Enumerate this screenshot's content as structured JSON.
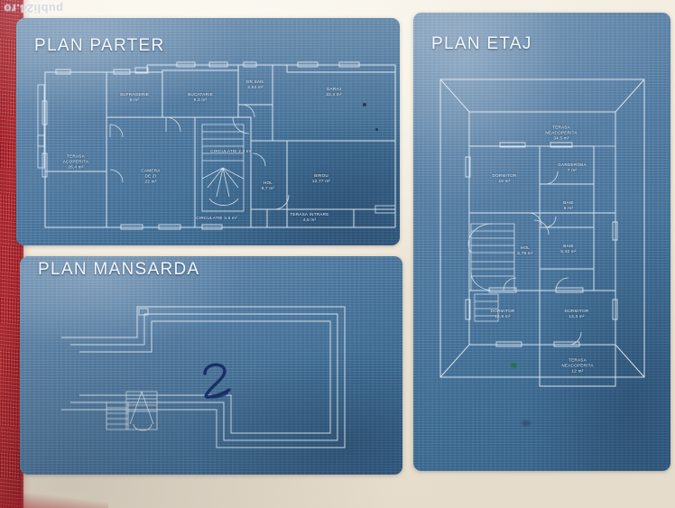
{
  "photo": {
    "watermark": "publi24.ro",
    "paper_color": "#f1eade",
    "blueprint_color": "#4a78a2",
    "ink_color": "#e9f0f7",
    "carpet_color": "#a8222c",
    "handwritten_mark": "2"
  },
  "plans": [
    {
      "id": "parter",
      "title": "PLAN PARTER",
      "rooms": [
        {
          "name": "TERASA ACOPERITA",
          "area": "26,4 m²"
        },
        {
          "name": "SUFRAGERIE",
          "area": "8 m²"
        },
        {
          "name": "BUCATARIE",
          "area": "9,3 m²"
        },
        {
          "name": "GR.SAN.",
          "area": "2,63 m²"
        },
        {
          "name": "GARAJ",
          "area": "22,4 m²"
        },
        {
          "name": "CAMERA DE ZI",
          "area": "22 m²"
        },
        {
          "name": "CIRCULATIE",
          "area": "2,3 m²"
        },
        {
          "name": "BIROU",
          "area": "12,77 m²"
        },
        {
          "name": "HOL",
          "area": "9,7 m²"
        },
        {
          "name": "CIRCULATIE",
          "area": "3,5 m²"
        },
        {
          "name": "TERASA INTRARE",
          "area": "4,5 m²"
        }
      ]
    },
    {
      "id": "mansarda",
      "title": "PLAN MANSARDA",
      "rooms": []
    },
    {
      "id": "etaj",
      "title": "PLAN ETAJ",
      "rooms": [
        {
          "name": "TERASA NEACOPERITA",
          "area": "34,5 m²"
        },
        {
          "name": "DORMITOR",
          "area": "16 m²"
        },
        {
          "name": "GARDEROBA",
          "area": "7 m²"
        },
        {
          "name": "BAIE",
          "area": "6 m²"
        },
        {
          "name": "BAIE",
          "area": "5,42 m²"
        },
        {
          "name": "HOL",
          "area": "6,78 m²"
        },
        {
          "name": "DORMITOR",
          "area": "14,9 m²"
        },
        {
          "name": "DORMITOR",
          "area": "13,3 m²"
        },
        {
          "name": "TERASA NEACOPERITA",
          "area": "12 m²"
        }
      ]
    }
  ],
  "labels": {
    "parter": {
      "terasa_acoperita_name": "TERASA",
      "terasa_acoperita_name2": "ACOPERITA",
      "terasa_acoperita_area": "26,4 m²",
      "sufragerie_name": "SUFRAGERIE",
      "sufragerie_area": "8 m²",
      "bucatarie_name": "BUCATARIE",
      "bucatarie_area": "9,3 m²",
      "grsan_name": "GR.SAN.",
      "grsan_area": "2,63 m²",
      "garaj_name": "GARAJ",
      "garaj_area": "22,4 m²",
      "camera_name": "CAMERA",
      "camera_name2": "DE ZI",
      "camera_area": "22 m²",
      "circulatie_name": "CIRCULATIE  2,3 m²",
      "birou_name": "BIROU",
      "birou_area": "12,77 m²",
      "hol_name": "HOL",
      "hol_area": "9,7 m²",
      "circulatie2_name": "CIRCULATIE  3,5 m²",
      "terasa_intrare_name": "TERASA INTRARE",
      "terasa_intrare_area": "4,5 m²"
    },
    "etaj": {
      "terasa_neacoperita_name": "TERASA",
      "terasa_neacoperita_name2": "NEACOPERITA",
      "terasa_neacoperita_area": "34,5 m²",
      "dormitor1_name": "DORMITOR",
      "dormitor1_area": "16 m²",
      "garderoba_name": "GARDEROBA",
      "garderoba_area": "7 m²",
      "baie1_name": "BAIE",
      "baie1_area": "6 m²",
      "baie2_name": "BAIE",
      "baie2_area": "5,42 m²",
      "hol_name": "HOL",
      "hol_area": "6,78 m²",
      "dormitor2_name": "DORMITOR",
      "dormitor2_area": "14,9 m²",
      "dormitor3_name": "DORMITOR",
      "dormitor3_area": "13,3 m²",
      "terasa2_name": "TERASA",
      "terasa2_name2": "NEACOPERITA",
      "terasa2_area": "12 m²"
    }
  }
}
